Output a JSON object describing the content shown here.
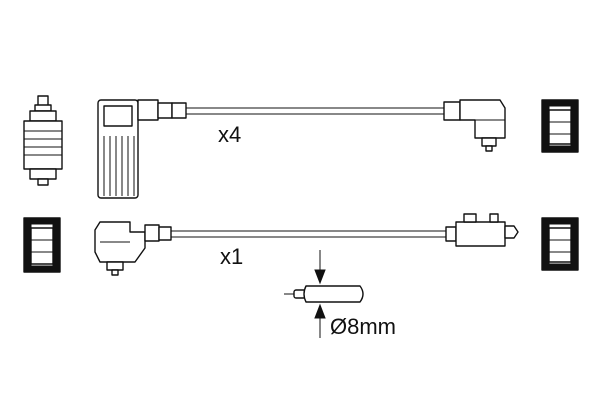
{
  "labels": {
    "top_quantity": "x4",
    "bottom_quantity": "x1",
    "diameter_symbol": "Ø",
    "diameter_value": "8mm"
  }
}
